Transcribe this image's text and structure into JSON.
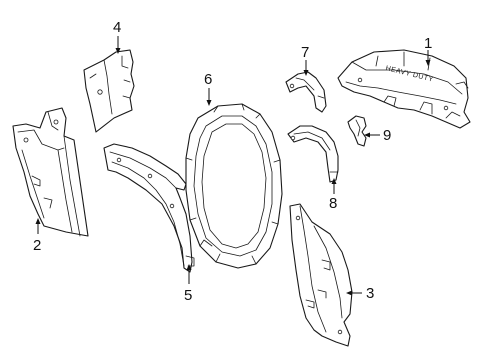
{
  "callouts": {
    "c1": "1",
    "c2": "2",
    "c3": "3",
    "c4": "4",
    "c5": "5",
    "c6": "6",
    "c7": "7",
    "c8": "8",
    "c9": "9"
  },
  "parts": {
    "p1_stamp": "HEAVY DUTY"
  },
  "colors": {
    "line": "#1a1a1a",
    "background": "#ffffff"
  }
}
